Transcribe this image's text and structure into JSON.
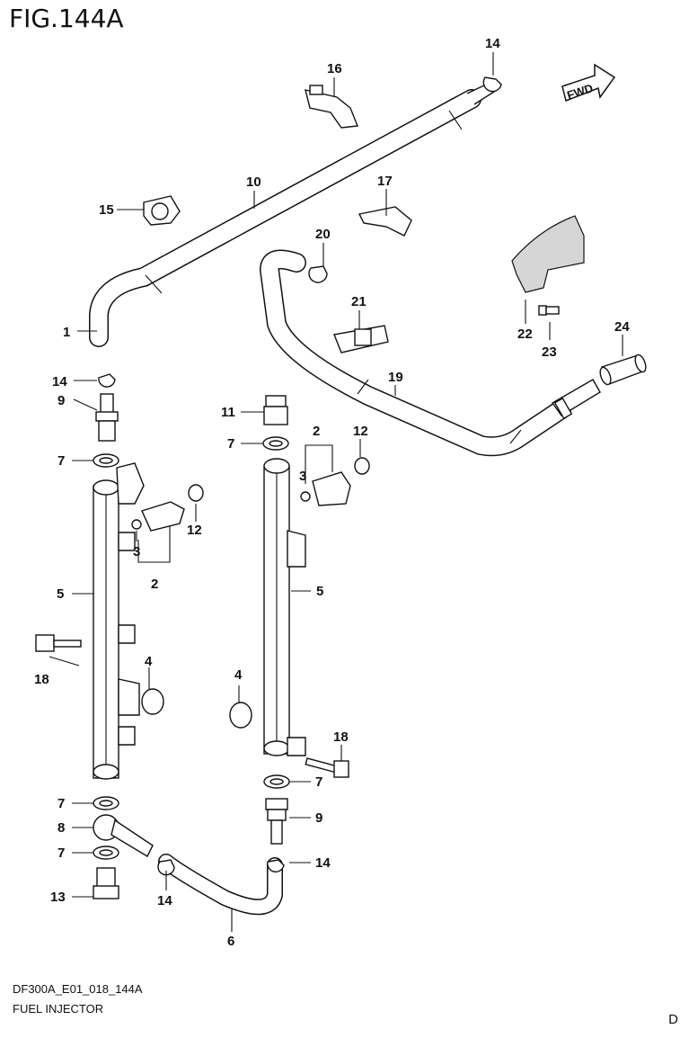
{
  "figure": {
    "title": "FIG.144A",
    "code": "DF300A_E01_018_144A",
    "name": "FUEL INJECTOR",
    "corner_mark": "D",
    "fwd_label": "FWD"
  },
  "callouts": {
    "c1": "1",
    "c2a": "2",
    "c2b": "2",
    "c3a": "3",
    "c3b": "3",
    "c4a": "4",
    "c4b": "4",
    "c5a": "5",
    "c5b": "5",
    "c6": "6",
    "c7a": "7",
    "c7b": "7",
    "c7c": "7",
    "c7d": "7",
    "c7e": "7",
    "c8": "8",
    "c9a": "9",
    "c9b": "9",
    "c10": "10",
    "c11": "11",
    "c12a": "12",
    "c12b": "12",
    "c13": "13",
    "c14a": "14",
    "c14b": "14",
    "c14c": "14",
    "c14d": "14",
    "c15": "15",
    "c16": "16",
    "c17": "17",
    "c18a": "18",
    "c18b": "18",
    "c19": "19",
    "c20": "20",
    "c21": "21",
    "c22": "22",
    "c23": "23",
    "c24": "24"
  }
}
